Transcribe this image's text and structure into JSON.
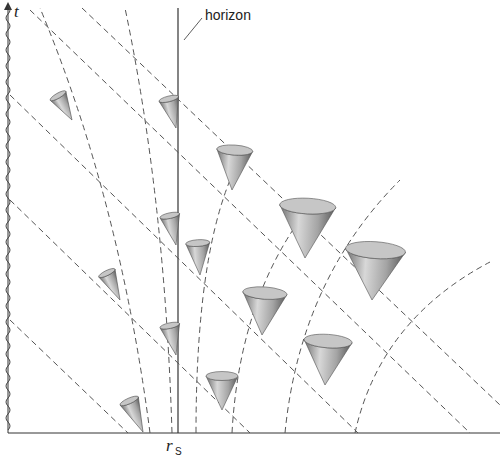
{
  "diagram": {
    "labels": [
      "t",
      "horizon",
      "r",
      "S"
    ]
  }
}
